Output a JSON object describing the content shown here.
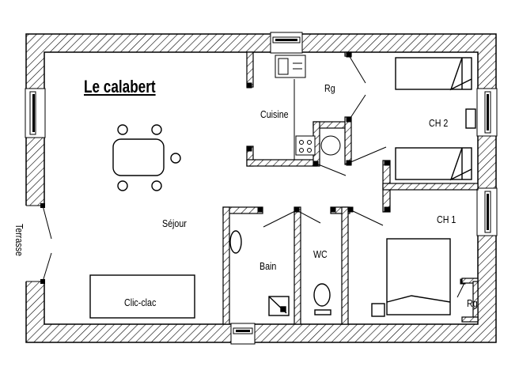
{
  "plan": {
    "title": "Le calabert",
    "rooms": {
      "cuisine": "Cuisine",
      "rg_top": "Rg",
      "ch2": "CH 2",
      "sejour": "Séjour",
      "ch1": "CH 1",
      "bain": "Bain",
      "wc": "WC",
      "rg_bottom": "Rg",
      "terrasse": "Terrasse"
    },
    "furniture": {
      "clic_clac": "Clic-clac"
    }
  },
  "colors": {
    "line": "#000000",
    "background": "#ffffff"
  }
}
